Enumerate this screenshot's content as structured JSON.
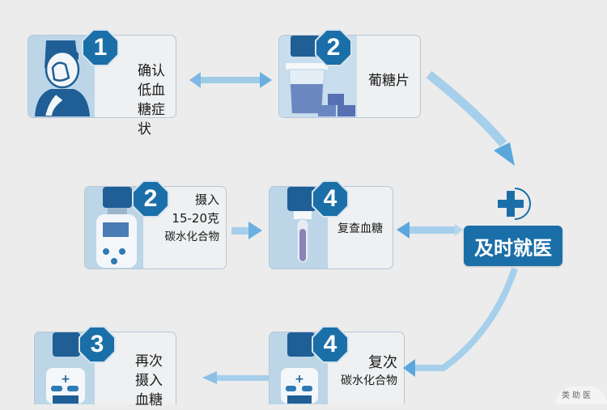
{
  "diagram": {
    "title": "低血糖处理流程",
    "steps": [
      {
        "id": "confirm",
        "number": "1",
        "lines": [
          "确认",
          "低血糖症状"
        ],
        "icon": "person-headache-icon"
      },
      {
        "id": "glucose-tablets",
        "number": "2",
        "lines": [
          "葡糖片"
        ],
        "icon": "glucose-cup-and-tablets-icon"
      },
      {
        "id": "intake",
        "number": "2",
        "lines": [
          "摄入",
          "15-20克",
          "碳水化合物"
        ],
        "icon": "glucose-meter-icon"
      },
      {
        "id": "recheck",
        "number": "4",
        "lines": [
          "复查血糖"
        ],
        "icon": "test-tube-icon"
      },
      {
        "id": "reintake",
        "number": "3",
        "lines": [
          "再次",
          "摄入血糖"
        ],
        "icon": "glucose-meter-icon"
      },
      {
        "id": "repeat-carbs",
        "number": "4",
        "lines": [
          "复次",
          "碳水化合物"
        ],
        "icon": "glucose-meter-icon"
      }
    ],
    "cta": {
      "label": "及时就医",
      "icon": "medical-cross-icon"
    },
    "watermark": "类助医"
  },
  "colors": {
    "background": "#ececec",
    "card": "#eef0f2",
    "card_border": "#b7c6d3",
    "illustration": "#bcd6e8",
    "badge": "#1b6fa8",
    "arrow": "#9fcbe8",
    "arrow_head": "#5aa7dd"
  }
}
